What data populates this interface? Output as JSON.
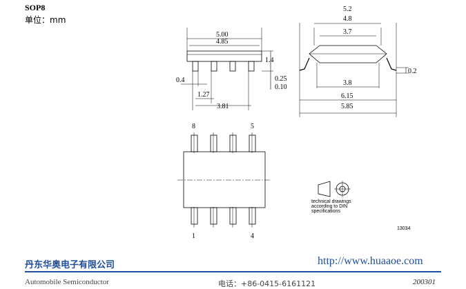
{
  "header": {
    "package": "SOP8",
    "unit_label": "单位：mm"
  },
  "top_view": {
    "width_max": "5.00",
    "width_min": "4.85",
    "height": "1.4",
    "standoff_max": "0.25",
    "standoff_min": "0.10",
    "lead_width": "0.4",
    "pitch": "1.27",
    "span": "3.81"
  },
  "side_view": {
    "overall_max": "5.2",
    "overall_min": "4.8",
    "body_top": "3.7",
    "lead_thickness": "0.2",
    "body_bottom": "3.8",
    "span_max": "6.15",
    "span_min": "5.85"
  },
  "pinout": {
    "pin8": "8",
    "pin5": "5",
    "pin1": "1",
    "pin4": "4"
  },
  "note": {
    "line1": "technical drawings",
    "line2": "according to DIN",
    "line3": "specifications"
  },
  "drawing_number": "13034",
  "footer": {
    "company": "丹东华奥电子有限公司",
    "url": "http://www.huaaoe.com",
    "tagline": "Automobile Semiconductor",
    "phone": "电话：+86-0415-6161121",
    "code": "200301"
  }
}
